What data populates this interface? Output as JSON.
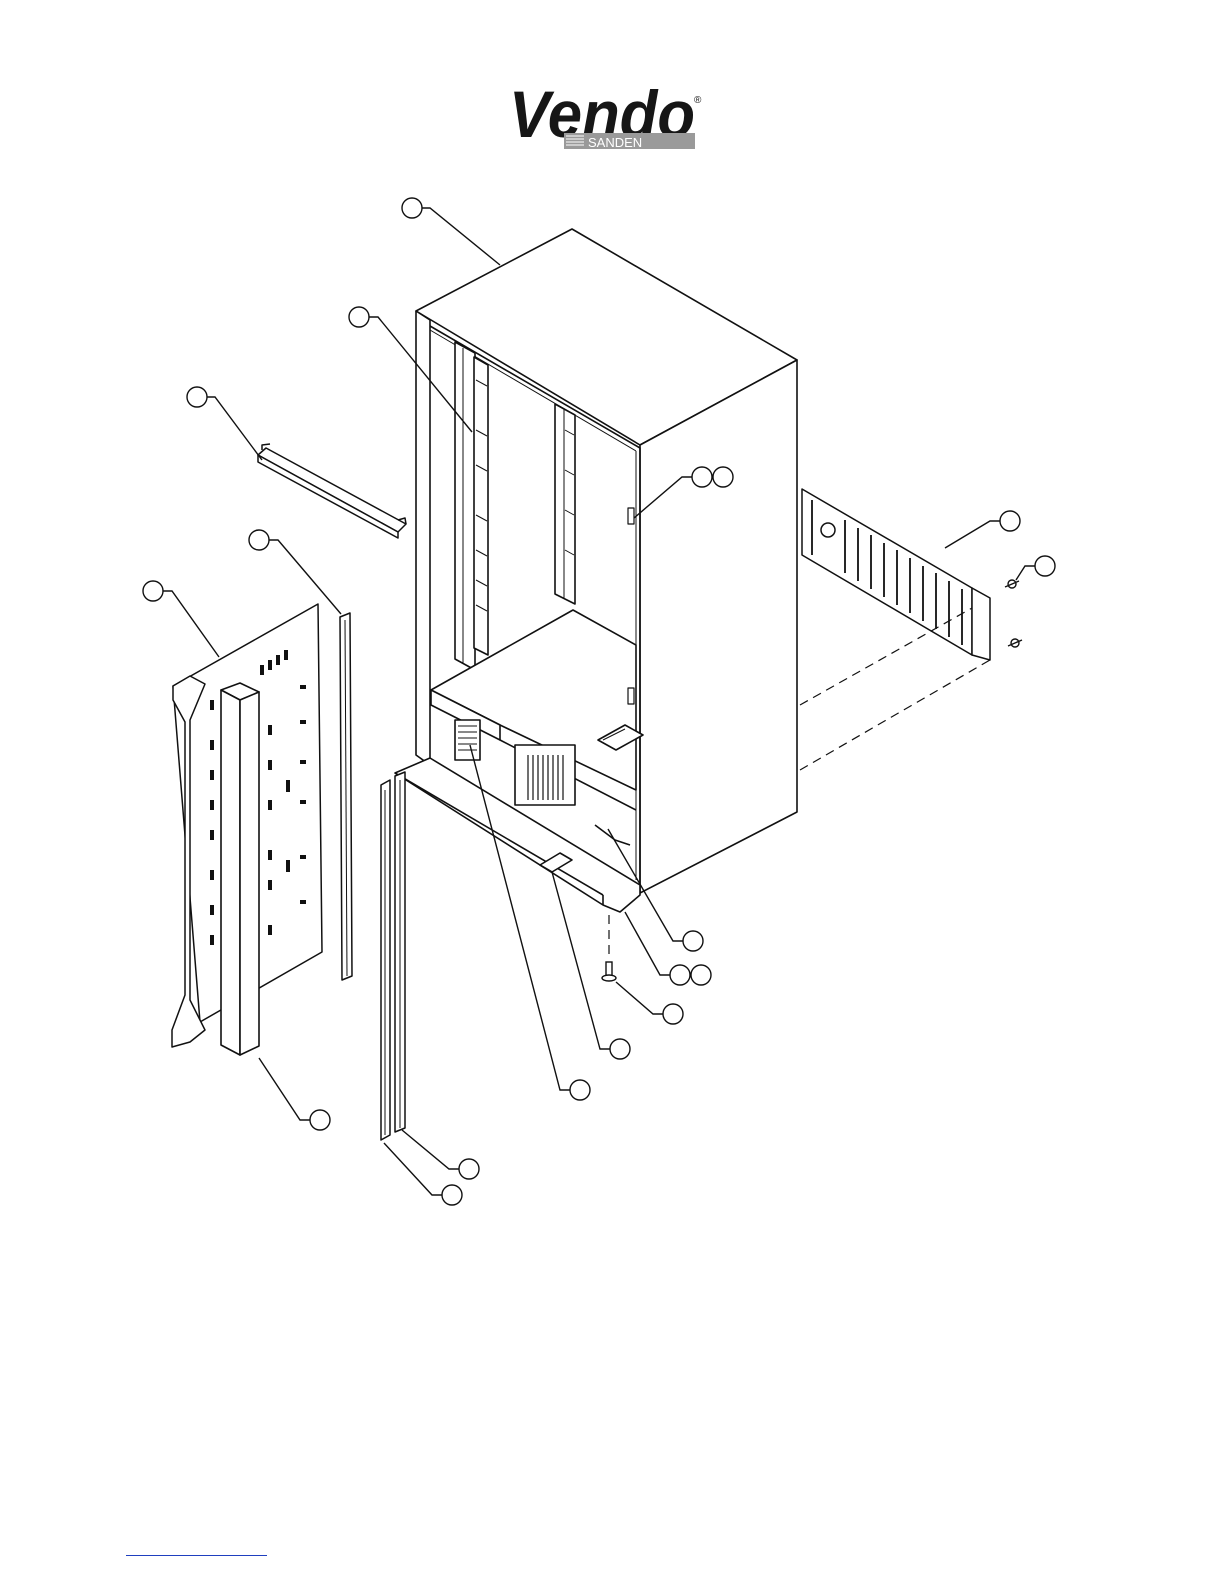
{
  "logo": {
    "brand": "Vendo",
    "sub_brand": "SANDEN",
    "registered_mark": "®"
  },
  "colors": {
    "line": "#111111",
    "background": "#ffffff",
    "logo_bar": "#9a9a9a",
    "footer_link": "#1f3fbf"
  },
  "callouts": {
    "count": 22,
    "labels_present": false
  },
  "parts": [
    "cabinet",
    "cabinet-side-rail",
    "top-bracket",
    "inner-door-panel",
    "door-side-rail",
    "door-channel",
    "front-rail-left",
    "front-rail-right",
    "rear-grille",
    "grille-screw",
    "leveling-leg",
    "cabinet-base",
    "compressor-mount",
    "refrigeration-deck",
    "inner-bracket"
  ]
}
